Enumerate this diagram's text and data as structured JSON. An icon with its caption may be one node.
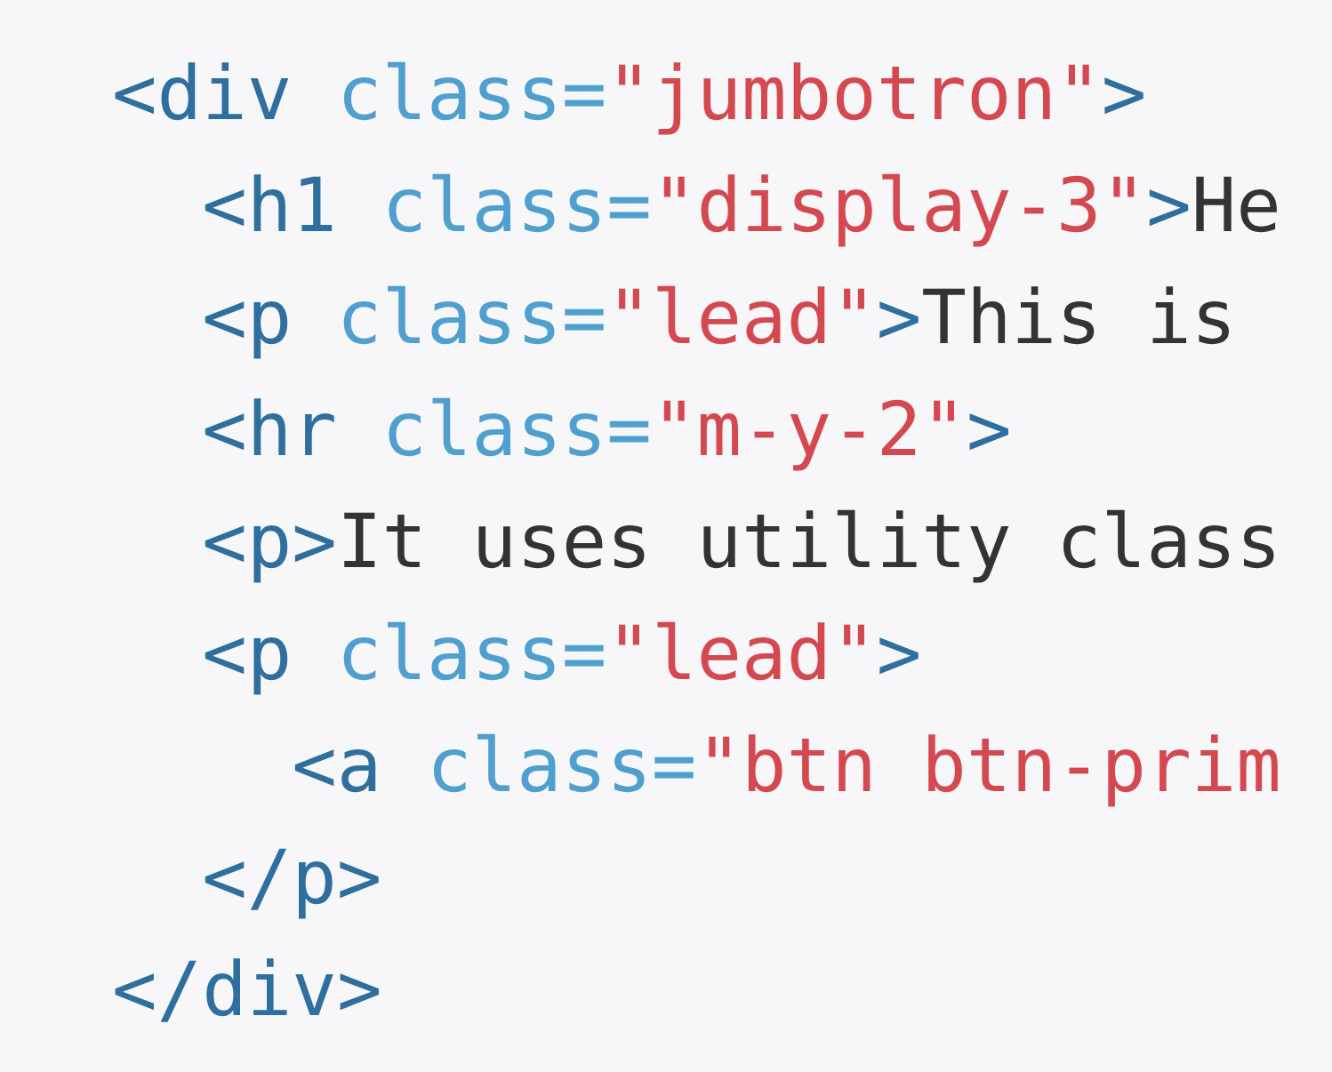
{
  "diagram": {
    "labels": [
      "<div class=\"jumbotron\">",
      "<h1 class=\"display-3\">He",
      "<p class=\"lead\">This is",
      "<hr class=\"m-y-2\">",
      "<p>It uses utility class",
      "<p class=\"lead\">",
      "<a class=\"btn btn-prim",
      "</p>",
      "</div>"
    ]
  }
}
